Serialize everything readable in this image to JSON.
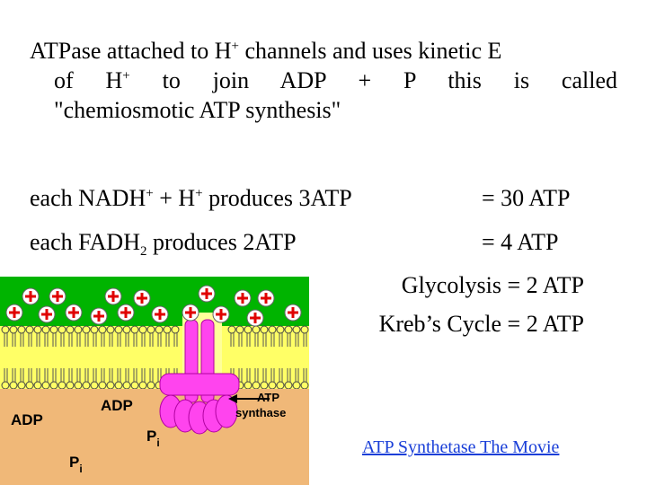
{
  "intro": {
    "line1": "ATPase attached to H",
    "line1_sup": "+",
    "line1_rest": " channels and uses kinetic E",
    "line2_a": "of H",
    "line2_sup": "+",
    "line2_b": " to join ADP + P this is called",
    "line3": "\"chemiosmotic ATP synthesis\""
  },
  "tally": {
    "nadh_a": "each NADH",
    "nadh_sup1": "+",
    "nadh_b": " + H",
    "nadh_sup2": "+",
    "nadh_c": " produces 3ATP",
    "nadh_total": "= 30 ATP",
    "fadh_a": "each FADH",
    "fadh_sub": "2",
    "fadh_b": " produces 2ATP",
    "fadh_total": "= 4 ATP",
    "glycolysis": "Glycolysis = 2 ATP",
    "krebs": "Kreb’s Cycle = 2 ATP"
  },
  "diagram": {
    "adp_left": "ADP",
    "adp_mid": "ADP",
    "pi_mid_p": "P",
    "pi_mid_i": "i",
    "pi_low_p": "P",
    "pi_low_i": "i",
    "atp_synthase_1": "ATP",
    "atp_synthase_2": "synthase",
    "plus": "+",
    "colors": {
      "proton_space": "#00b400",
      "matrix": "#f0b878",
      "membrane": "#ffff66",
      "synthase": "#ff44ee"
    }
  },
  "link": {
    "text": "ATP Synthetase The Movie"
  }
}
